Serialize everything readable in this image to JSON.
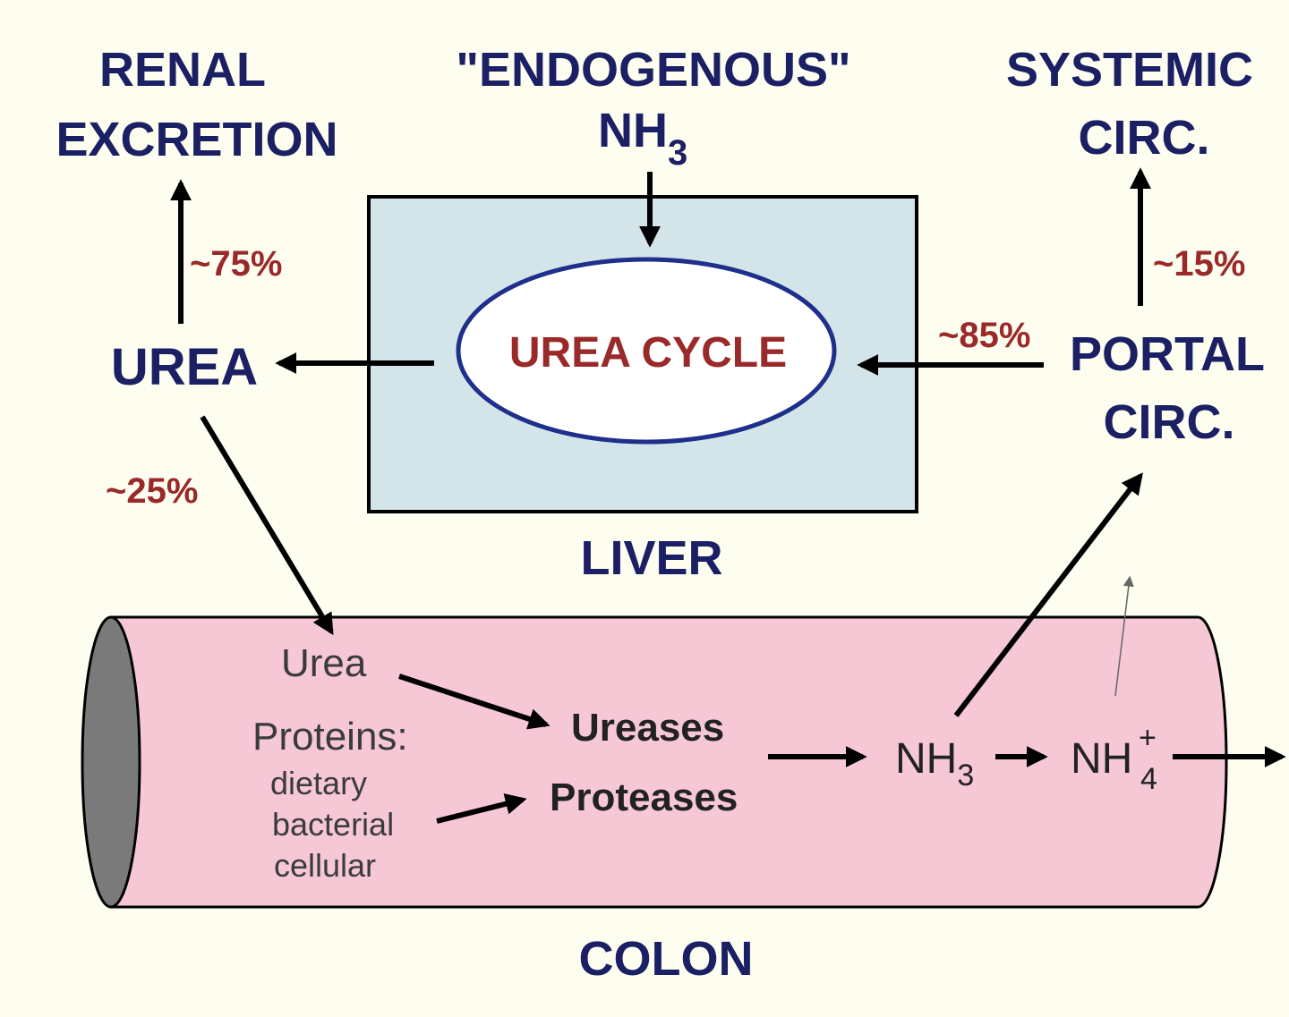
{
  "labels": {
    "renal_line1": "RENAL",
    "renal_line2": "EXCRETION",
    "endogenous_line1": "\"ENDOGENOUS\"",
    "endogenous_nh": "NH",
    "endogenous_sub": "3",
    "systemic_line1": "SYSTEMIC",
    "systemic_line2": "CIRC.",
    "urea": "UREA",
    "urea_cycle": "UREA CYCLE",
    "portal_line1": "PORTAL",
    "portal_line2": "CIRC.",
    "liver": "LIVER",
    "colon": "COLON"
  },
  "percentages": {
    "to_renal": "~75%",
    "to_colon": "~25%",
    "to_liver": "~85%",
    "to_systemic": "~15%"
  },
  "colon_contents": {
    "urea": "Urea",
    "proteins": "Proteins:",
    "protein_sources": [
      "dietary",
      "bacterial",
      "cellular"
    ],
    "ureases": "Ureases",
    "proteases": "Proteases",
    "nh3": "NH",
    "nh3_sub": "3",
    "nh4": "NH",
    "nh4_sub": "4",
    "nh4_sup": "+"
  },
  "colors": {
    "page_background": "#fdfdf0",
    "liver_fill": "#d4e5ea",
    "colon_fill": "#f6c8d6",
    "colon_end": "#7a7a7a",
    "navy_text": "#1b1f63",
    "red_text": "#9a2a2a",
    "cycle_ellipse": "#1e2f8c"
  }
}
